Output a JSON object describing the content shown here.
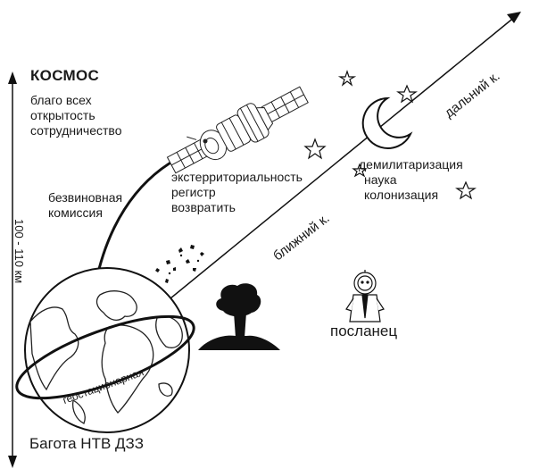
{
  "space": {
    "title": "КОСМОС",
    "principles": [
      "благо всех",
      "открытость",
      "сотрудничество"
    ]
  },
  "altitude": "100 - 110 км",
  "liability": [
    "безвиновная",
    "комиссия"
  ],
  "satellite": {
    "icon": "satellite-icon",
    "principles": [
      "экстерриториальность",
      "регистр",
      "возвратить"
    ]
  },
  "far_space": {
    "principles": [
      "демилитаризация",
      "наука",
      "колонизация"
    ]
  },
  "axis_labels": {
    "near": "ближний к.",
    "far": "дальний к."
  },
  "envoy": "посланец",
  "bogota": "Багота НТВ ДЗЗ",
  "orbit": "геостационарная",
  "icons": [
    "earth-icon",
    "moon-icon",
    "star-icon",
    "nuclear-cloud-icon",
    "astronaut-icon",
    "debris-icon"
  ]
}
